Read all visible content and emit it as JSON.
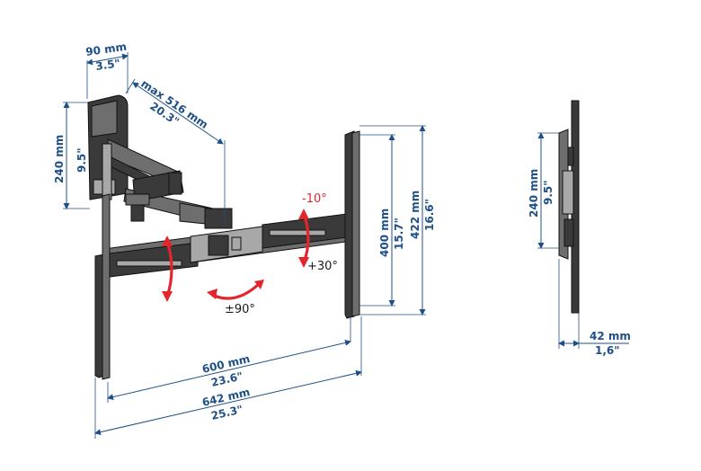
{
  "product_drawing": {
    "wall_plate": {
      "width_mm": "90 mm",
      "width_in": "3.5\"",
      "height_mm": "240 mm",
      "height_in": "9.5\""
    },
    "arm_extension": {
      "max_mm": "max 516 mm",
      "max_in": "20.3\""
    },
    "vesa_width": {
      "mm": "600 mm",
      "in": "23.6\""
    },
    "overall_width": {
      "mm": "642 mm",
      "in": "25.3\""
    },
    "vesa_height": {
      "mm": "400 mm",
      "in": "15.7\""
    },
    "overall_height": {
      "mm": "422 mm",
      "in": "16.6\""
    },
    "tilt": {
      "up": "-10°",
      "down": "+30°"
    },
    "rotation": "±90°",
    "side_view": {
      "height_mm": "240 mm",
      "height_in": "9.5\"",
      "depth_mm": "42 mm",
      "depth_in": "1,6\""
    }
  },
  "colors": {
    "dimension": "#1e4f86",
    "rotation_arrow": "#e3262b",
    "metal": "#6e6e6e"
  }
}
